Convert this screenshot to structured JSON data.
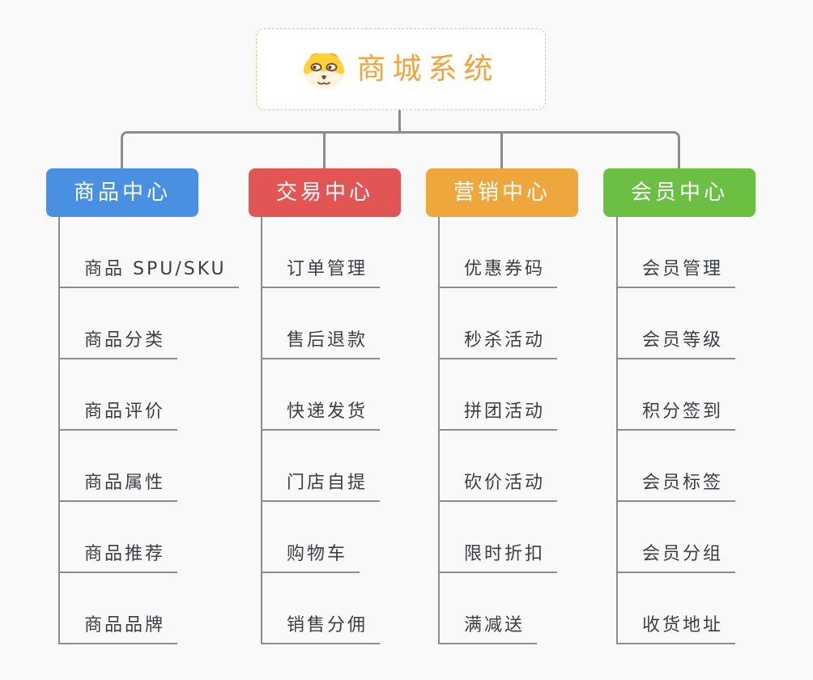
{
  "theme": {
    "background": "#f9f9f9",
    "line_color": "#8c8c8c",
    "leaf_text_color": "#3b3e43",
    "root_border_color": "#f0c47e",
    "root_text_color": "#f0a43e"
  },
  "root": {
    "title": "商城系统",
    "icon": "dog-face-icon"
  },
  "branches": [
    {
      "label": "商品中心",
      "color": "#4a90e2",
      "items": [
        "商品 SPU/SKU",
        "商品分类",
        "商品评价",
        "商品属性",
        "商品推荐",
        "商品品牌"
      ]
    },
    {
      "label": "交易中心",
      "color": "#e15654",
      "items": [
        "订单管理",
        "售后退款",
        "快递发货",
        "门店自提",
        "购物车",
        "销售分佣"
      ]
    },
    {
      "label": "营销中心",
      "color": "#eda73c",
      "items": [
        "优惠券码",
        "秒杀活动",
        "拼团活动",
        "砍价活动",
        "限时折扣",
        "满减送"
      ]
    },
    {
      "label": "会员中心",
      "color": "#6bbf43",
      "items": [
        "会员管理",
        "会员等级",
        "积分签到",
        "会员标签",
        "会员分组",
        "收货地址"
      ]
    }
  ]
}
